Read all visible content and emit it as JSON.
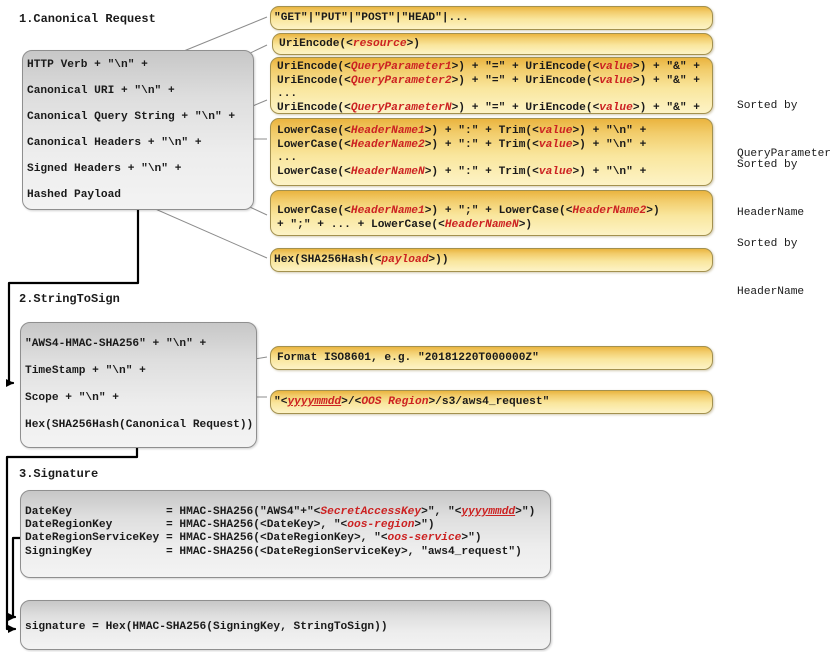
{
  "colors": {
    "gold_top": "#eab43f",
    "gold_bottom": "#fdf3c6",
    "gray_top": "#c7c7c7",
    "gray_bottom": "#f3f3f3",
    "red_token": "#cc2222",
    "thin_connector": "#8c8c8c",
    "flow_connector": "#000000"
  },
  "s1": {
    "title": "1.Canonical Request",
    "request_box": {
      "lines": [
        "HTTP Verb + \"\\n\" +",
        "Canonical URI + \"\\n\" +",
        "Canonical Query String + \"\\n\" +",
        "Canonical Headers + \"\\n\" +",
        "Signed Headers + \"\\n\" +",
        "Hashed Payload"
      ]
    },
    "method_box": {
      "lines": [
        [
          {
            "t": "\"GET\"|\"PUT\"|\"POST\"|\"HEAD\"|..."
          }
        ]
      ]
    },
    "uri_box": {
      "lines": [
        [
          {
            "t": "UriEncode(<"
          },
          {
            "t": "resource",
            "s": "red"
          },
          {
            "t": ">)"
          }
        ]
      ]
    },
    "query_box": {
      "lines": [
        [
          {
            "t": "UriEncode(<"
          },
          {
            "t": "QueryParameter1",
            "s": "red"
          },
          {
            "t": ">) + \"=\" + UriEncode(<"
          },
          {
            "t": "value",
            "s": "red"
          },
          {
            "t": ">) + \"&\" +"
          }
        ],
        [
          {
            "t": "UriEncode(<"
          },
          {
            "t": "QueryParameter2",
            "s": "red"
          },
          {
            "t": ">) + \"=\" + UriEncode(<"
          },
          {
            "t": "value",
            "s": "red"
          },
          {
            "t": ">) + \"&\" +"
          }
        ],
        [
          {
            "t": "..."
          }
        ],
        [
          {
            "t": "UriEncode(<"
          },
          {
            "t": "QueryParameterN",
            "s": "red"
          },
          {
            "t": ">) + \"=\" + UriEncode(<"
          },
          {
            "t": "value",
            "s": "red"
          },
          {
            "t": ">) + \"&\" +"
          }
        ]
      ]
    },
    "headers_box": {
      "lines": [
        [
          {
            "t": "LowerCase(<"
          },
          {
            "t": "HeaderName1",
            "s": "red"
          },
          {
            "t": ">) + \":\" + Trim(<"
          },
          {
            "t": "value",
            "s": "red"
          },
          {
            "t": ">) + \"\\n\" +"
          }
        ],
        [
          {
            "t": "LowerCase(<"
          },
          {
            "t": "HeaderName2",
            "s": "red"
          },
          {
            "t": ">) + \":\" + Trim(<"
          },
          {
            "t": "value",
            "s": "red"
          },
          {
            "t": ">) + \"\\n\" +"
          }
        ],
        [
          {
            "t": "..."
          }
        ],
        [
          {
            "t": "LowerCase(<"
          },
          {
            "t": "HeaderNameN",
            "s": "red"
          },
          {
            "t": ">) + \":\" + Trim(<"
          },
          {
            "t": "value",
            "s": "red"
          },
          {
            "t": ">) + \"\\n\" +"
          }
        ]
      ]
    },
    "signed_headers_box": {
      "lines": [
        [
          {
            "t": "LowerCase(<"
          },
          {
            "t": "HeaderName1",
            "s": "red"
          },
          {
            "t": ">) + \";\" + LowerCase(<"
          },
          {
            "t": "HeaderName2",
            "s": "red"
          },
          {
            "t": ">)"
          }
        ],
        [
          {
            "t": "+ \";\" + ... + LowerCase(<"
          },
          {
            "t": "HeaderNameN",
            "s": "red"
          },
          {
            "t": ">)"
          }
        ]
      ]
    },
    "payload_box": {
      "lines": [
        [
          {
            "t": "Hex(SHA256Hash(<"
          },
          {
            "t": "payload",
            "s": "red"
          },
          {
            "t": ">))"
          }
        ]
      ]
    },
    "annotations": [
      {
        "line1": "Sorted by",
        "line2": "QueryParameter"
      },
      {
        "line1": "Sorted by",
        "line2": "HeaderName"
      },
      {
        "line1": "Sorted by",
        "line2": "HeaderName"
      }
    ]
  },
  "s2": {
    "title": "2.StringToSign",
    "string_box": {
      "lines": [
        "\"AWS4-HMAC-SHA256\" + \"\\n\" +",
        "TimeStamp + \"\\n\" +",
        "Scope + \"\\n\" +",
        "Hex(SHA256Hash(Canonical Request))"
      ]
    },
    "timestamp_box": {
      "lines": [
        [
          {
            "t": "Format ISO8601, e.g. \"20181220T000000Z\""
          }
        ]
      ]
    },
    "scope_box": {
      "lines": [
        [
          {
            "t": "\"<"
          },
          {
            "t": "yyyymmdd",
            "s": "redu"
          },
          {
            "t": ">/<"
          },
          {
            "t": "OOS Region",
            "s": "red"
          },
          {
            "t": ">/s3/aws4_request\""
          }
        ]
      ]
    }
  },
  "s3": {
    "title": "3.Signature",
    "keys_box": {
      "lines": [
        [
          {
            "t": "DateKey              = HMAC-SHA256(\"AWS4\"+\"<"
          },
          {
            "t": "SecretAccessKey",
            "s": "red"
          },
          {
            "t": ">\", \"<"
          },
          {
            "t": "yyyymmdd",
            "s": "redu"
          },
          {
            "t": ">\")"
          }
        ],
        [
          {
            "t": "DateRegionKey        = HMAC-SHA256(<DateKey>, \"<"
          },
          {
            "t": "oos-region",
            "s": "red"
          },
          {
            "t": ">\")"
          }
        ],
        [
          {
            "t": "DateRegionServiceKey = HMAC-SHA256(<DateRegionKey>, \"<"
          },
          {
            "t": "oos-service",
            "s": "red"
          },
          {
            "t": ">\")"
          }
        ],
        [
          {
            "t": "SigningKey           = HMAC-SHA256(<DateRegionServiceKey>, \"aws4_request\")"
          }
        ]
      ]
    },
    "signature_box": {
      "lines": [
        "signature = Hex(HMAC-SHA256(SigningKey, StringToSign))"
      ]
    }
  }
}
